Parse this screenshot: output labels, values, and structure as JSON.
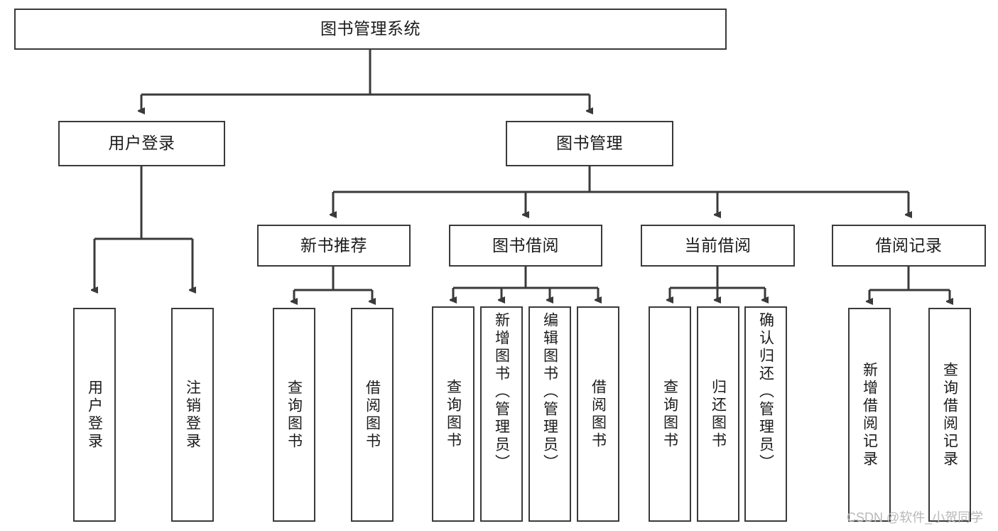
{
  "diagram": {
    "type": "tree",
    "title": "图书管理系统",
    "watermark": "CSDN @软件_小贺同学",
    "colors": {
      "stroke": "#3a3a3a",
      "fill": "#ffffff",
      "text": "#1b1b1b",
      "watermark": "#b8b8b8"
    },
    "root": {
      "label": "图书管理系统"
    },
    "level2": [
      {
        "label": "用户登录"
      },
      {
        "label": "图书管理"
      }
    ],
    "level3": [
      {
        "label": "新书推荐"
      },
      {
        "label": "图书借阅"
      },
      {
        "label": "当前借阅"
      },
      {
        "label": "借阅记录"
      }
    ],
    "leaves": {
      "user_login": [
        {
          "label": "用户登录"
        },
        {
          "label": "注销登录"
        }
      ],
      "new_book": [
        {
          "label": "查询图书"
        },
        {
          "label": "借阅图书"
        }
      ],
      "book_borrow": [
        {
          "label": "查询图书"
        },
        {
          "label": "新增图书（管理员）"
        },
        {
          "label": "编辑图书（管理员）"
        },
        {
          "label": "借阅图书"
        }
      ],
      "current_borrow": [
        {
          "label": "查询图书"
        },
        {
          "label": "归还图书"
        },
        {
          "label": "确认归还（管理员）"
        }
      ],
      "borrow_record": [
        {
          "label": "新增借阅记录"
        },
        {
          "label": "查询借阅记录"
        }
      ]
    }
  }
}
